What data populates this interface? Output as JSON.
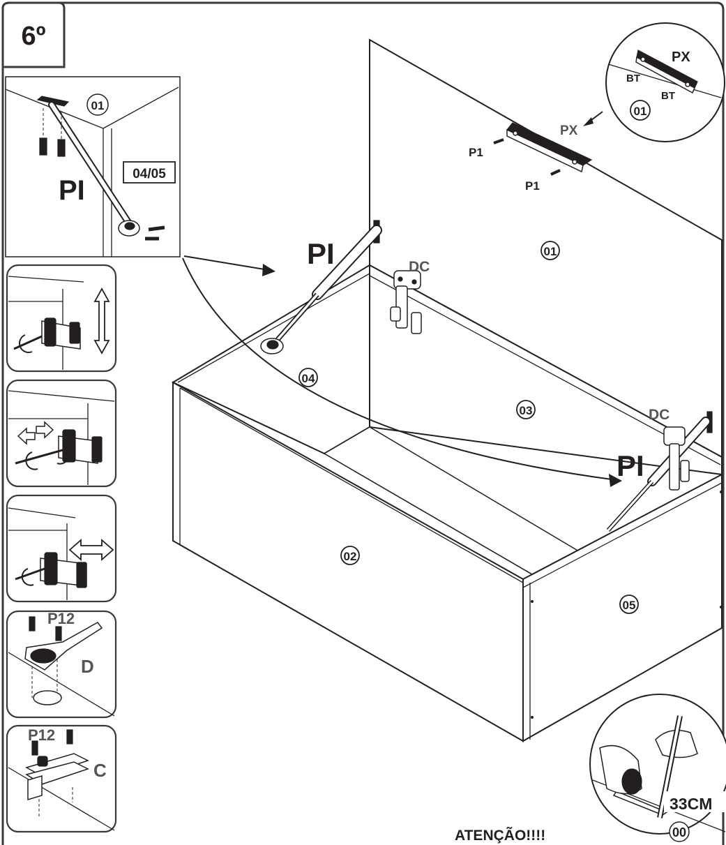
{
  "step": "6º",
  "labels": {
    "piston": "PI",
    "hinge_dc": "DC",
    "bracket_px": "PX",
    "bolt_bt": "BT",
    "screw_p1": "P1",
    "screw_p12": "P12",
    "insert_d": "D",
    "insert_c": "C",
    "panel_01": "01",
    "panel_02": "02",
    "panel_03": "03",
    "panel_04": "04",
    "panel_05": "05",
    "panel_00": "00",
    "panels_04_05": "04/05",
    "measure": "33CM",
    "warning": "ATENÇÃO!!!!"
  }
}
